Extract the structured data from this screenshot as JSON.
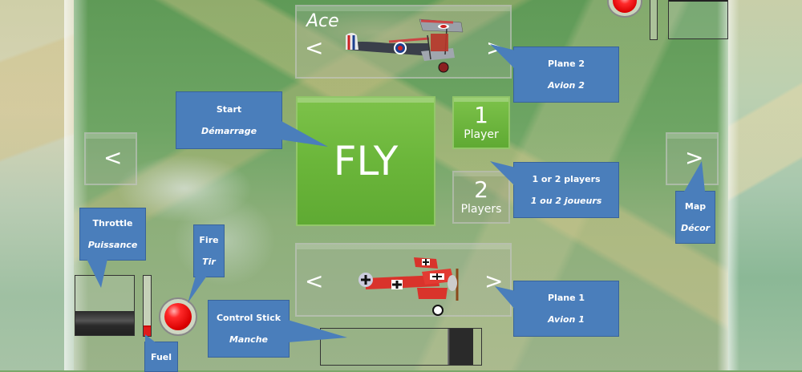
{
  "plane_selector_top": {
    "pilot_label": "Ace",
    "prev_arrow": "<",
    "next_arrow": ">"
  },
  "plane_selector_bottom": {
    "prev_arrow": "<",
    "next_arrow": ">"
  },
  "map_selector": {
    "prev_arrow": "<",
    "next_arrow": ">"
  },
  "fly_button": {
    "label": "FLY"
  },
  "player_buttons": [
    {
      "number": "1",
      "label": "Player",
      "selected": true
    },
    {
      "number": "2",
      "label": "Players",
      "selected": false
    }
  ],
  "callouts": {
    "start": {
      "en": "Start",
      "fr": "Démarrage"
    },
    "plane2": {
      "en": "Plane 2",
      "fr": "Avion 2"
    },
    "players": {
      "en": "1 or 2 players",
      "fr": "1 ou 2 joueurs"
    },
    "map": {
      "en": "Map",
      "fr": "Décor"
    },
    "throttle": {
      "en": "Throttle",
      "fr": "Puissance"
    },
    "fire": {
      "en": "Fire",
      "fr": "Tir"
    },
    "fuel": {
      "en": "Fuel"
    },
    "control_stick": {
      "en": "Control Stick",
      "fr": "Manche"
    },
    "plane1": {
      "en": "Plane 1",
      "fr": "Avion 1"
    }
  },
  "controls": {
    "player1_throttle_level": 0.4,
    "player1_fuel_level": 0.15,
    "player1_stick_position": 0.95,
    "player2_throttle_level": 0.05
  },
  "colors": {
    "callout": "#4a7ebb",
    "fly_green": "#6bb63a",
    "fire_red": "#e01b1b"
  }
}
